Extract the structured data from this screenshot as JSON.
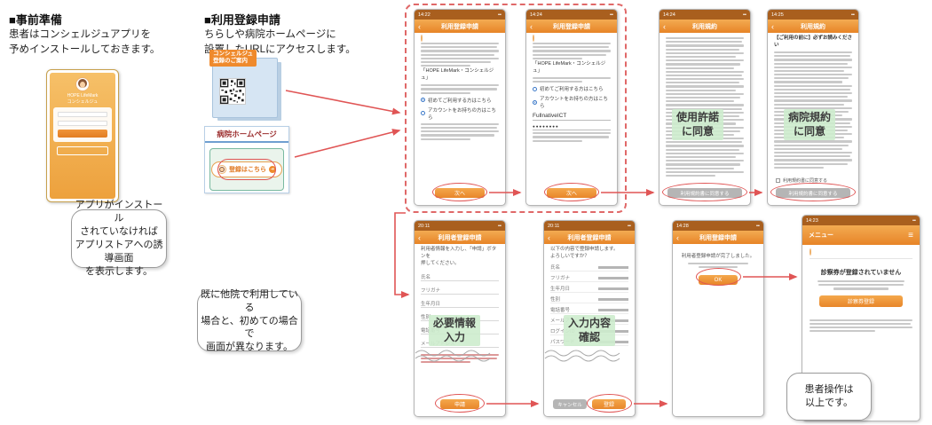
{
  "icons": {
    "back": "‹",
    "hamburger": "≡",
    "status": "▪▪",
    "pill_arrow": "➔"
  },
  "theme": {
    "accent_orange": "#ed8c2b",
    "arrow_red": "#e05555",
    "overlay_green": "#cdeccd",
    "statusbar_brown": "#a95f1e"
  },
  "prep": {
    "heading": "■事前準備",
    "body": "患者はコンシェルジュアプリを\n予めインストールしておきます。",
    "app_title": "HOPE LifeMark\nコンシェルジュ",
    "callout": "アプリがインストール\nされていなければ\nアプリストアへの誘導画面\nを表示します。"
  },
  "register": {
    "heading": "■利用登録申請",
    "body": "ちらしや病院ホームページに\n設置したURLにアクセスします。",
    "flyer_label": "コンシェルジュ\n登録のご案内",
    "homepage_title": "病院ホームページ",
    "homepage_button": "登録はこちら",
    "callout": "既に他院で利用している\n場合と、初めての場合で\n画面が異なります。"
  },
  "phones": {
    "p1": {
      "time": "14:22",
      "title": "利用登録申請",
      "app_name": "「HOPE LifeMark・コンシェルジュ」",
      "radio1": "初めてご利用する方はこちら",
      "radio2": "アカウントをお持ちの方はこちら",
      "button": "次へ"
    },
    "p2": {
      "time": "14:24",
      "title": "利用登録申請",
      "app_name": "「HOPE LifeMark・コンシェルジュ」",
      "radio1": "初めてご利用する方はこちら",
      "radio2": "アカウントをお持ちの方はこちら",
      "login_id": "FullnativeICT",
      "password": "●●●●●●●●",
      "button": "次へ"
    },
    "p3": {
      "time": "14:24",
      "title": "利用規約",
      "overlay": "使用許諾\nに同意",
      "agree_button": "利用規約書に同意する"
    },
    "p4": {
      "time": "14:25",
      "title": "利用規約",
      "notice": "【ご利用の前に】必ずお読みください",
      "overlay": "病院規約\nに同意",
      "checkbox_label": "利用規約書に同意する",
      "agree_button": "利用規約書に同意する"
    },
    "p5": {
      "time": "20:11",
      "title": "利用者登録申請",
      "intro": "利用者情報を入力し、「申請」ボタンを\n押してください。",
      "fields": [
        "氏名",
        "フリガナ",
        "生年月日",
        "性別",
        "電話番号",
        "メールアドレス"
      ],
      "overlay": "必要情報\n入力",
      "button": "申請"
    },
    "p6": {
      "time": "20:11",
      "title": "利用者登録申請",
      "intro": "以下の内容で登録申請します。\nよろしいですか？",
      "fields": [
        "氏名",
        "フリガナ",
        "生年月日",
        "性別",
        "電話番号",
        "メールアドレス",
        "ログインID",
        "パスワード"
      ],
      "overlay": "入力内容\n確認",
      "cancel_button": "キャンセル",
      "submit_button": "登録"
    },
    "p7": {
      "time": "14:28",
      "title": "利用登録申請",
      "message": "利用者登録申請が完了しました。",
      "button": "OK"
    },
    "p8": {
      "time": "14:23",
      "menu_label": "メニュー",
      "message": "診察券が登録されていません",
      "button": "診察券登録"
    }
  },
  "final_callout": "患者操作は\n以上です。"
}
